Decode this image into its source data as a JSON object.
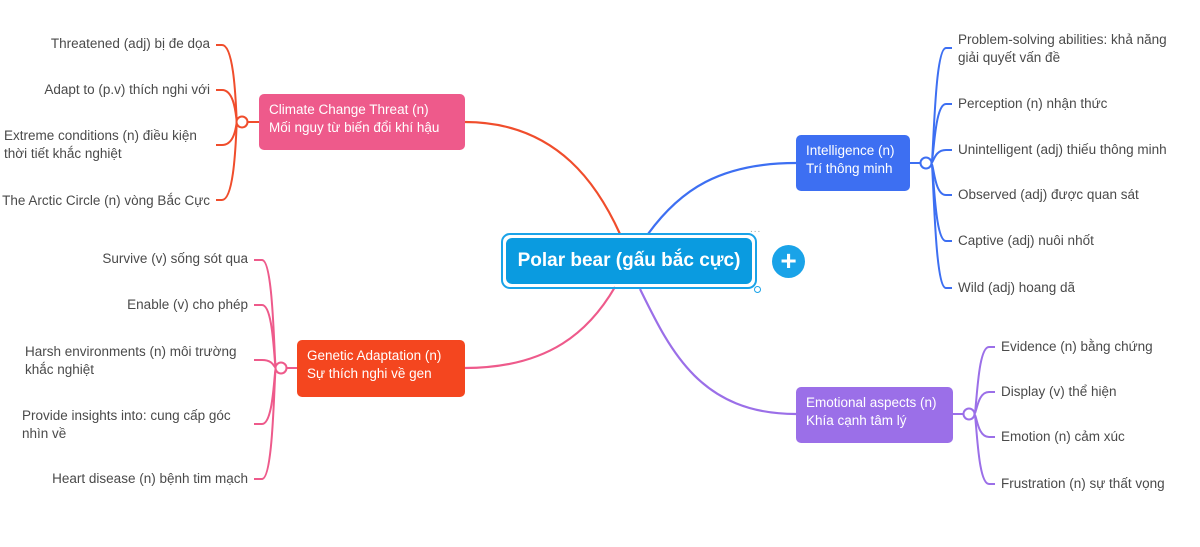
{
  "central": {
    "label": "Polar bear (gấu bắc cực)",
    "color": "#0a9be0"
  },
  "add_button_label": "+",
  "more_dots": "...",
  "branches": {
    "climate": {
      "line1": "Climate Change Threat (n)",
      "line2": "Mối nguy từ biến đổi khí hậu",
      "color": "#ee5a8b",
      "line_color": "#f04d2c",
      "leaves": [
        "Threatened (adj) bị đe dọa",
        "Adapt to (p.v) thích nghi với",
        "Extreme conditions (n) điều kiện\nthời tiết khắc nghiệt",
        "The Arctic Circle (n) vòng Bắc Cực"
      ]
    },
    "genetic": {
      "line1": "Genetic Adaptation (n)",
      "line2": "Sự thích nghi về gen",
      "color": "#f4461f",
      "line_color": "#ee5a8b",
      "leaves": [
        "Survive (v) sống sót qua",
        "Enable (v) cho phép",
        "Harsh environments (n) môi trường\nkhắc nghiệt",
        "Provide insights into: cung cấp góc\nnhìn về",
        "Heart disease (n) bệnh tim mạch"
      ]
    },
    "intelligence": {
      "line1": "Intelligence (n)",
      "line2": "Trí thông minh",
      "color": "#3d6ff2",
      "line_color": "#3d6ff2",
      "leaves": [
        "Problem-solving abilities: khả năng\ngiải quyết vấn đề",
        "Perception (n) nhận thức",
        "Unintelligent (adj) thiếu thông minh",
        "Observed (adj) được quan sát",
        "Captive (adj) nuôi nhốt",
        "Wild (adj) hoang dã"
      ]
    },
    "emotional": {
      "line1": "Emotional aspects (n)",
      "line2": "Khía cạnh tâm lý",
      "color": "#9b6fe8",
      "line_color": "#9b6fe8",
      "leaves": [
        "Evidence (n) bằng chứng",
        "Display (v) thể hiện",
        "Emotion (n) cảm xúc",
        "Frustration (n) sự thất vọng"
      ]
    }
  }
}
